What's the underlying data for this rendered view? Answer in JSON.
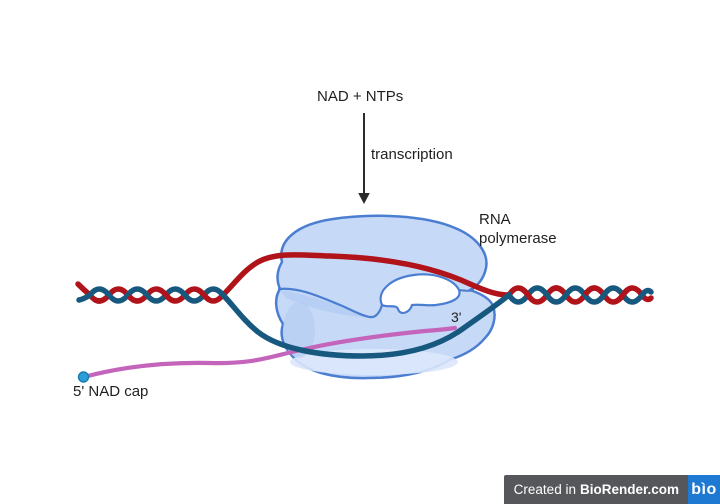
{
  "diagram": {
    "reactants_label": "NAD + NTPs",
    "process_label": "transcription",
    "enzyme_label": "RNA polymerase",
    "rna_three_prime_label": "3'",
    "rna_cap_label": "5' NAD cap"
  },
  "icons": {
    "down_arrow": "transcription-arrow",
    "nad_cap_dot": "nad-cap-dot"
  },
  "colors": {
    "dna_strand_red": "#b01319",
    "dna_strand_teal": "#17587f",
    "rna_strand_pink": "#c465bb",
    "nad_cap_dot_fill": "#2a9fda",
    "nad_cap_dot_outline": "#1b7ab0",
    "polymerase_fill": "#c6d9f7",
    "polymerase_shade": "#b1cbf2",
    "polymerase_highlight": "#dbe7fb",
    "polymerase_outline": "#4b7ed1",
    "arrow": "#2b2b2b",
    "label_text": "#1f1f1f"
  },
  "watermark": {
    "prefix": "Created in",
    "brand": "BioRender.com",
    "logo_text": "bìo",
    "badge_bg": "#55575a",
    "logo_bg": "#1e79d2"
  }
}
